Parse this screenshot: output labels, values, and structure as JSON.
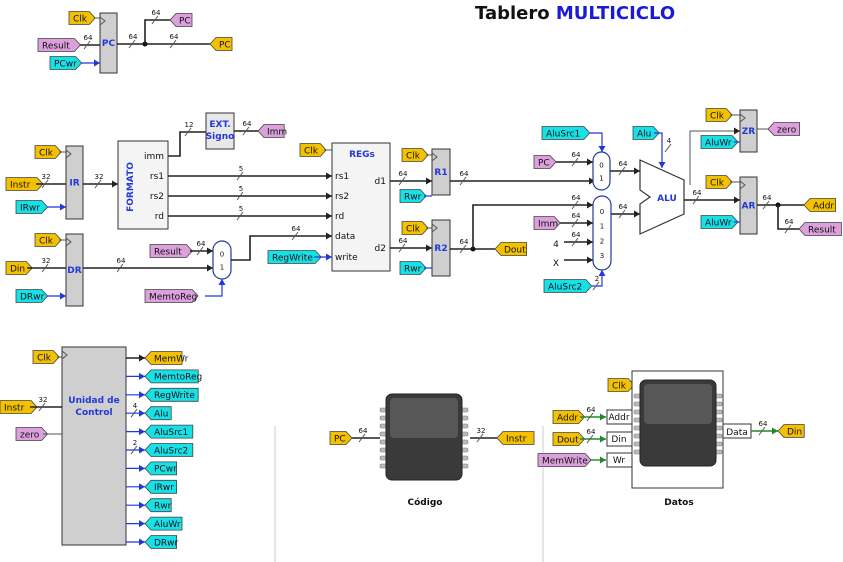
{
  "title": {
    "main": "Tablero",
    "accent": "MULTICICLO",
    "accent_color": "#1a1ad8"
  },
  "colors": {
    "yellow": "#f3c100",
    "pink": "#dca0dc",
    "cyan": "#17e0e6",
    "block": "#cfcfcf",
    "accent": "#2238d8",
    "green": "#1f8a2a",
    "red": "#e02020"
  },
  "pc": {
    "name": "PC",
    "inputs": [
      "Clk",
      "Result",
      "PCwr"
    ],
    "outputs": [
      "PC",
      "PC"
    ],
    "widths": [
      "64",
      "64",
      "64",
      "64"
    ]
  },
  "ir": {
    "name": "IR",
    "inputs": [
      "Clk",
      "Instr",
      "IRwr"
    ],
    "width_in": "32",
    "width_out": "32"
  },
  "dr": {
    "name": "DR",
    "inputs": [
      "Clk",
      "Din",
      "DRwr"
    ],
    "width_in": "32",
    "width_out": "64"
  },
  "formato": {
    "name": "FORMATO",
    "ports": [
      "imm",
      "rs1",
      "rs2",
      "rd"
    ],
    "widths": [
      "12",
      "5",
      "5",
      "5"
    ]
  },
  "ext": {
    "line1": "EXT.",
    "line2": "Signo",
    "width": "64",
    "out": "Imm"
  },
  "mux_mem": {
    "labels": [
      "0",
      "1"
    ],
    "inputs": [
      "Result",
      "MemtoReg"
    ],
    "width_in": "64",
    "width_out": "64",
    "regwrite": "RegWrite"
  },
  "regs": {
    "name": "REGs",
    "clk": "Clk",
    "ports": [
      "rs1",
      "rs2",
      "rd",
      "data",
      "write"
    ],
    "outputs": [
      "d1",
      "d2"
    ],
    "w_d1": "64",
    "w_d2": "64"
  },
  "r1": {
    "name": "R1",
    "clk": "Clk",
    "en": "Rwr",
    "w": "64"
  },
  "r2": {
    "name": "R2",
    "clk": "Clk",
    "en": "Rwr",
    "w": "64",
    "out": "Dout"
  },
  "mux_a": {
    "labels": [
      "0",
      "1"
    ],
    "inputs": [
      "PC"
    ],
    "sel": "AluSrc1",
    "w": "64"
  },
  "mux_b": {
    "labels": [
      "0",
      "1",
      "2",
      "3"
    ],
    "inputs": [
      "Imm",
      "4",
      "X"
    ],
    "sel": "AluSrc2",
    "sel_w": "2",
    "w": "64"
  },
  "alu": {
    "name": "ALU",
    "ctrl": "Alu",
    "ctrl_w": "4",
    "w": "64"
  },
  "zr": {
    "name": "ZR",
    "clk": "Clk",
    "en": "AluWr",
    "out": "zero"
  },
  "ar": {
    "name": "AR",
    "clk": "Clk",
    "en": "AluWr",
    "outs": [
      "Addr",
      "Result"
    ],
    "w": "64"
  },
  "control": {
    "line1": "Unidad de",
    "line2": "Control",
    "inputs": [
      "Clk",
      "Instr",
      "zero"
    ],
    "instr_w": "32",
    "outputs": [
      "MemWr",
      "MemtoReg",
      "RegWrite",
      "Alu",
      "AluSrc1",
      "AluSrc2",
      "PCwr",
      "IRwr",
      "Rwr",
      "AluWr",
      "DRwr"
    ],
    "alu_w": "4",
    "alusrc2_w": "2"
  },
  "codigo": {
    "label": "Código",
    "in": "PC",
    "in_w": "64",
    "out": "Instr",
    "out_w": "32"
  },
  "datos": {
    "label": "Datos",
    "clk": "Clk",
    "inputs": [
      "Addr",
      "Dout",
      "MemWrite"
    ],
    "ports": [
      "Addr",
      "Din",
      "Wr",
      "Data"
    ],
    "w": "64",
    "out": "Din",
    "out_w": "64"
  }
}
